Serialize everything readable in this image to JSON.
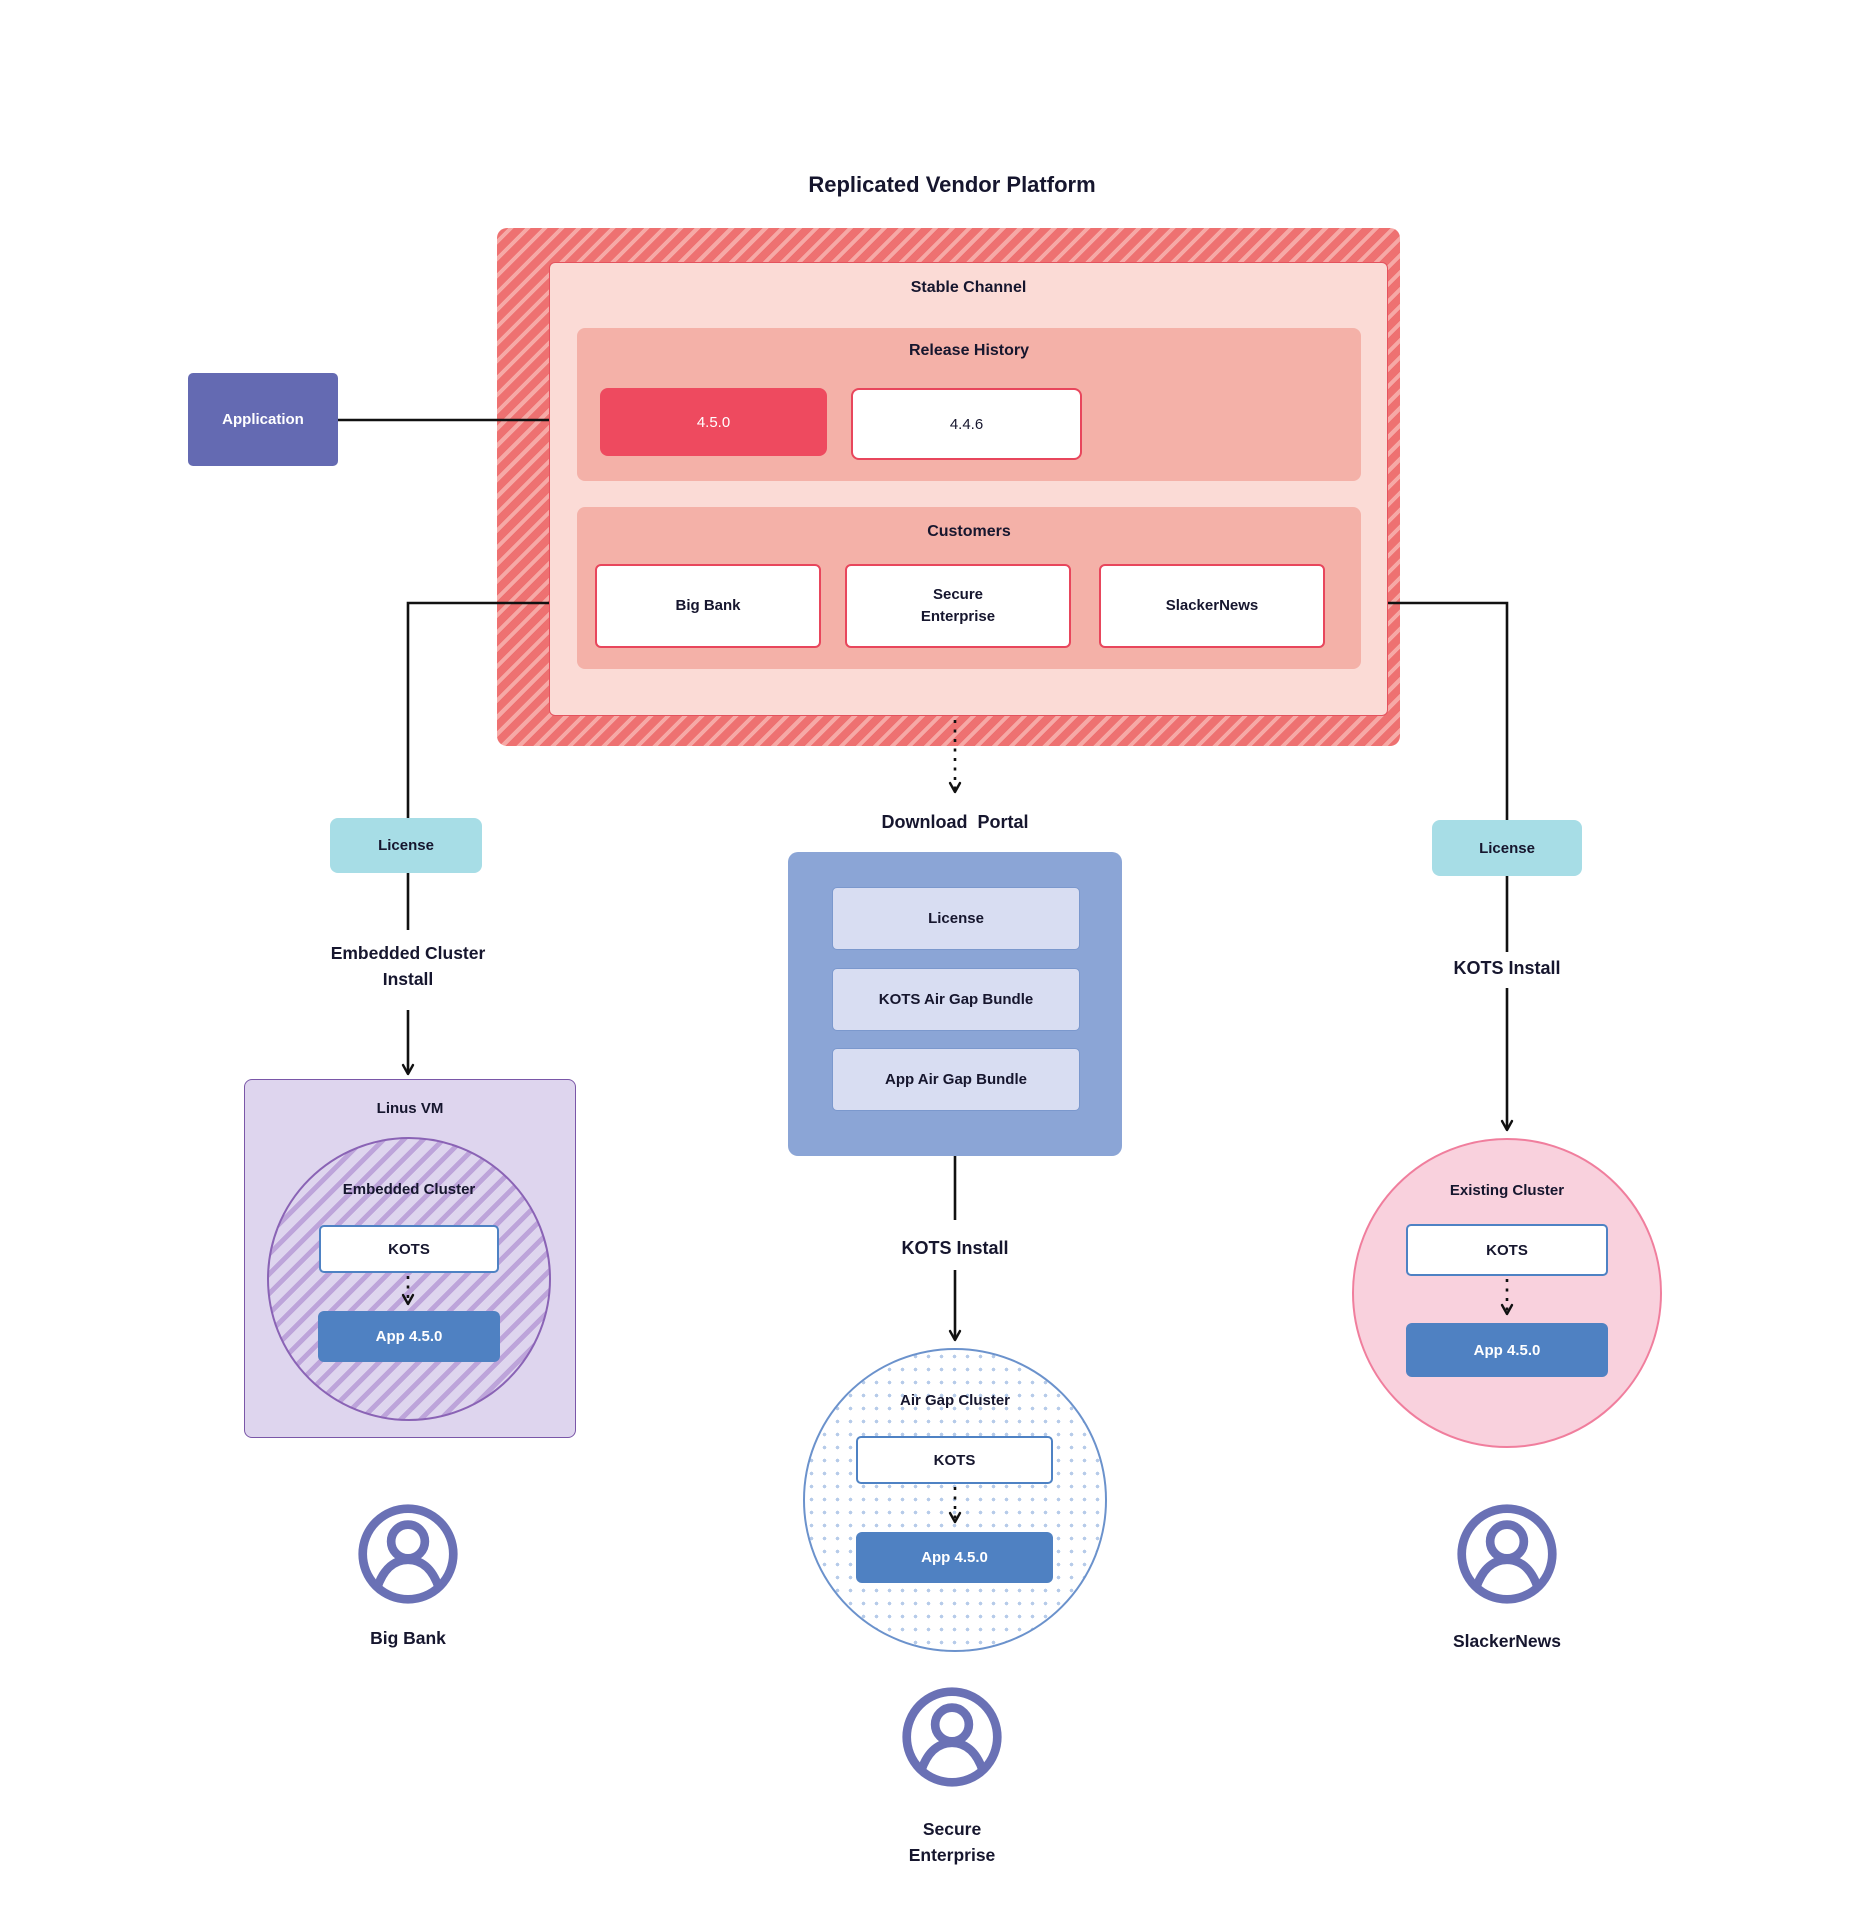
{
  "title": "Replicated Vendor Platform",
  "colors": {
    "platform_hatch_base": "#ee7171",
    "platform_hatch_stripe": "#f6a9a6",
    "stable_bg": "#fbdbd6",
    "section_bg": "#f4b1a8",
    "release_current_bg": "#ee4a5f",
    "box_red_border": "#e8465c",
    "application_bg": "#646ab2",
    "license_bg": "#a7dde6",
    "portal_bg": "#8ba5d6",
    "portal_item_bg": "#d8ddf2",
    "kots_border_blue": "#4e82c4",
    "app_version_bg": "#4f81c2",
    "vm_bg": "#ded5ee",
    "vm_border": "#7a57a8",
    "embedded_hatch_stripe": "#bda4da",
    "airgap_border": "#6b92cc",
    "airgap_dot": "#b6cbe9",
    "existing_bg": "#f9d1dd",
    "existing_border": "#f07e9d",
    "user_icon": "#6a71b5",
    "text": "#16162e"
  },
  "application": {
    "label": "Application"
  },
  "platform": {
    "stable_channel": {
      "label": "Stable Channel",
      "release_history": {
        "label": "Release History",
        "releases": [
          {
            "version": "4.5.0",
            "current": true
          },
          {
            "version": "4.4.6",
            "current": false
          }
        ]
      },
      "customers": {
        "label": "Customers",
        "items": [
          {
            "label": "Big Bank"
          },
          {
            "label": "Secure Enterprise"
          },
          {
            "label": "SlackerNews"
          }
        ]
      }
    }
  },
  "left_branch": {
    "license_label": "License",
    "install_label": "Embedded Cluster Install",
    "vm_label": "Linus VM",
    "cluster_label": "Embedded Cluster",
    "kots_label": "KOTS",
    "app_label": "App 4.5.0",
    "user_label": "Big Bank",
    "user_icon": "user-icon"
  },
  "middle_branch": {
    "portal_title": "Download Portal",
    "portal_items": [
      {
        "label": "License"
      },
      {
        "label": "KOTS Air Gap Bundle"
      },
      {
        "label": "App Air Gap Bundle"
      }
    ],
    "install_label": "KOTS Install",
    "cluster_label": "Air Gap Cluster",
    "kots_label": "KOTS",
    "app_label": "App 4.5.0",
    "user_label": "Secure Enterprise",
    "user_icon": "user-icon"
  },
  "right_branch": {
    "license_label": "License",
    "install_label": "KOTS Install",
    "cluster_label": "Existing Cluster",
    "kots_label": "KOTS",
    "app_label": "App 4.5.0",
    "user_label": "SlackerNews",
    "user_icon": "user-icon"
  }
}
